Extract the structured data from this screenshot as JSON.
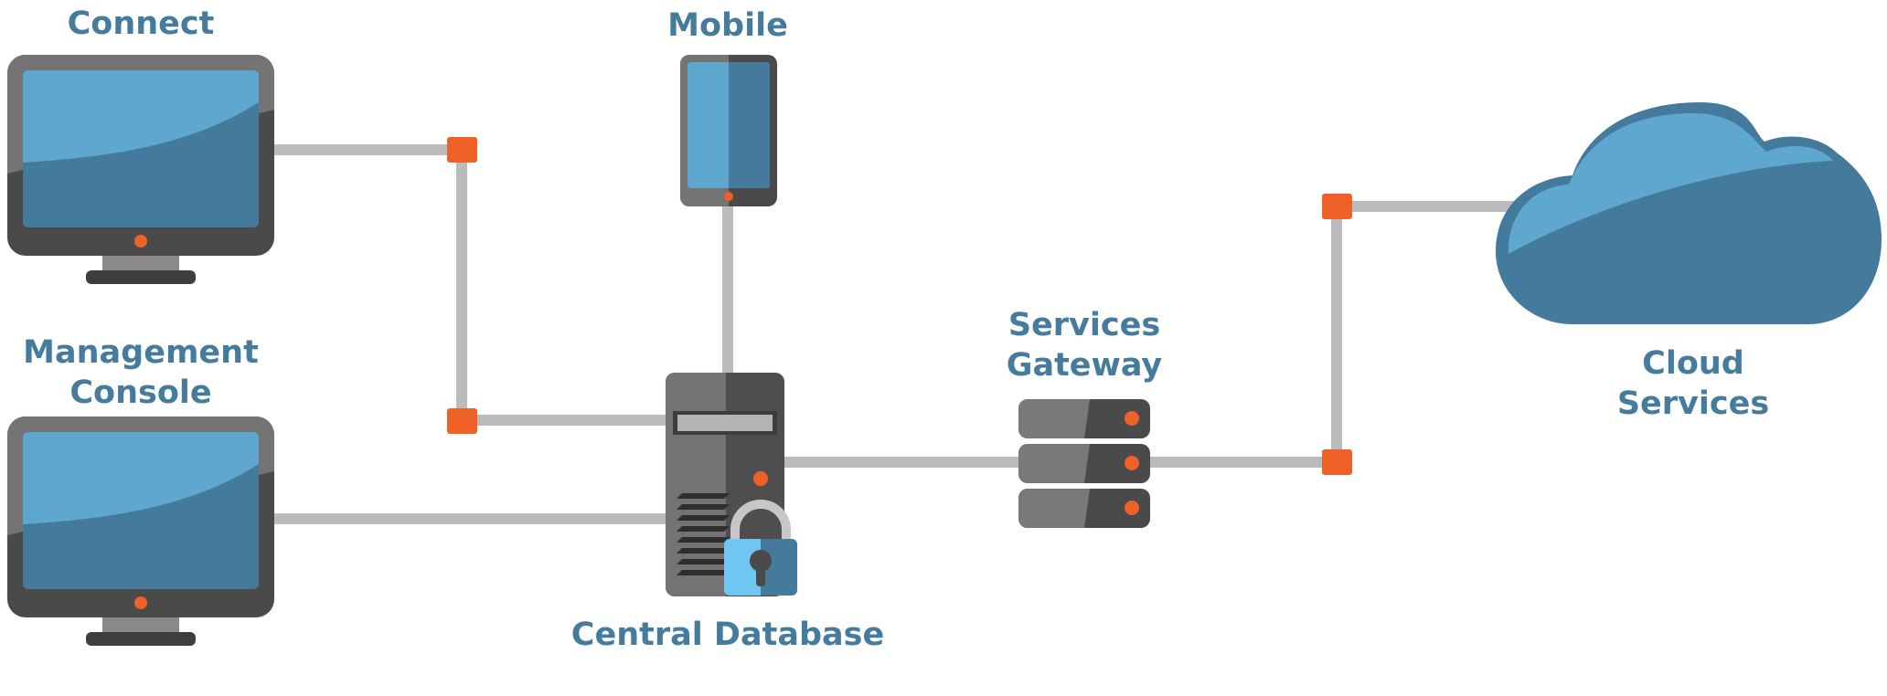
{
  "labels": {
    "connect": "Connect",
    "mobile": "Mobile",
    "management_line1": "Management",
    "management_line2": "Console",
    "gateway_line1": "Services",
    "gateway_line2": "Gateway",
    "cloud_line1": "Cloud",
    "cloud_line2": "Services",
    "database": "Central Database"
  },
  "colors": {
    "label_text": "#457b9d",
    "screen_light": "#5ea7cf",
    "screen_dark": "#447a9c",
    "device_body": "#4b4a4a",
    "device_bezel": "#757373",
    "connector_line": "#bbbbbe",
    "node_accent": "#ef6126",
    "cloud_light": "#5ea7cf",
    "cloud_dark": "#447a9c",
    "lock_light": "#6ec6f1",
    "lock_dark": "#447a9c"
  },
  "icons": {
    "connect": "desktop-monitor-icon",
    "management": "desktop-monitor-icon",
    "mobile": "tablet-icon",
    "database": "server-tower-icon",
    "lock": "padlock-icon",
    "gateway": "server-rack-icon",
    "cloud": "cloud-icon"
  }
}
